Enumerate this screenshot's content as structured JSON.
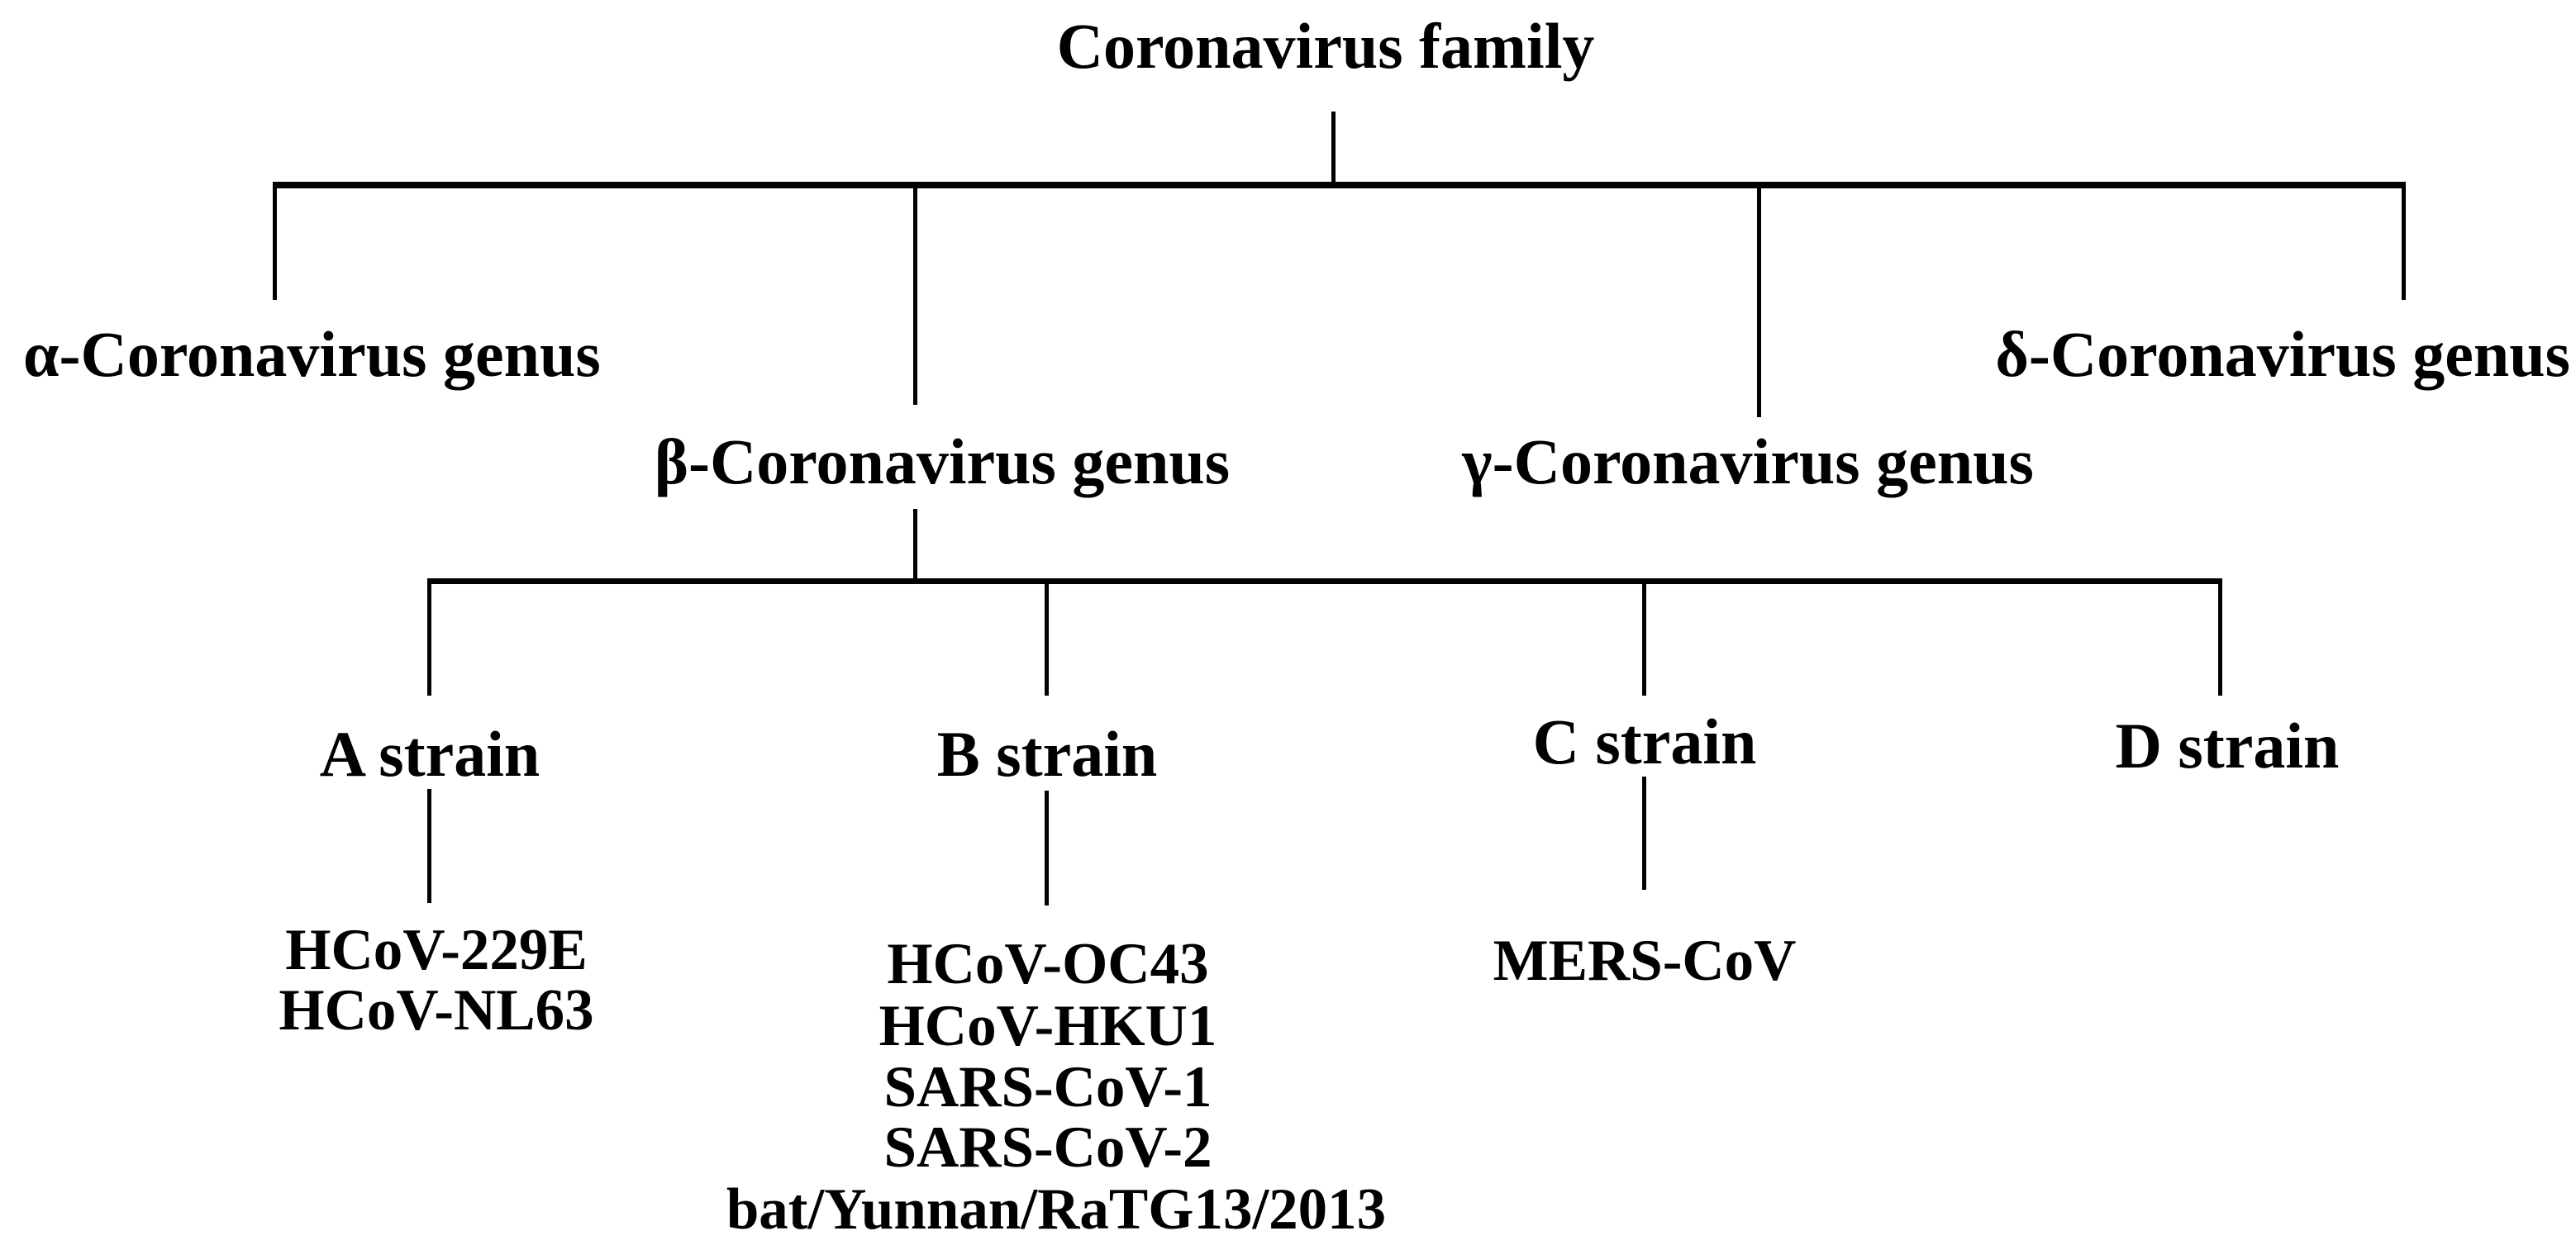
{
  "diagram": {
    "title_hint": "Coronavirus family classification tree",
    "colors": {
      "background": "#ffffff",
      "line": "#000000",
      "text": "#000000"
    },
    "root": {
      "label": "Coronavirus family"
    },
    "genera": [
      {
        "id": "alpha",
        "label": "α-Coronavirus genus"
      },
      {
        "id": "beta",
        "label": "β-Coronavirus genus"
      },
      {
        "id": "gamma",
        "label": "γ-Coronavirus genus"
      },
      {
        "id": "delta",
        "label": "δ-Coronavirus genus"
      }
    ],
    "strains": [
      {
        "id": "a",
        "label": "A strain",
        "children": [
          "HCoV-229E",
          "HCoV-NL63"
        ]
      },
      {
        "id": "b",
        "label": "B strain",
        "children": [
          "HCoV-OC43",
          "HCoV-HKU1",
          "SARS-CoV-1",
          "SARS-CoV-2",
          "bat/Yunnan/RaTG13/2013"
        ]
      },
      {
        "id": "c",
        "label": "C strain",
        "children": [
          "MERS-CoV"
        ]
      },
      {
        "id": "d",
        "label": "D strain",
        "children": []
      }
    ]
  }
}
